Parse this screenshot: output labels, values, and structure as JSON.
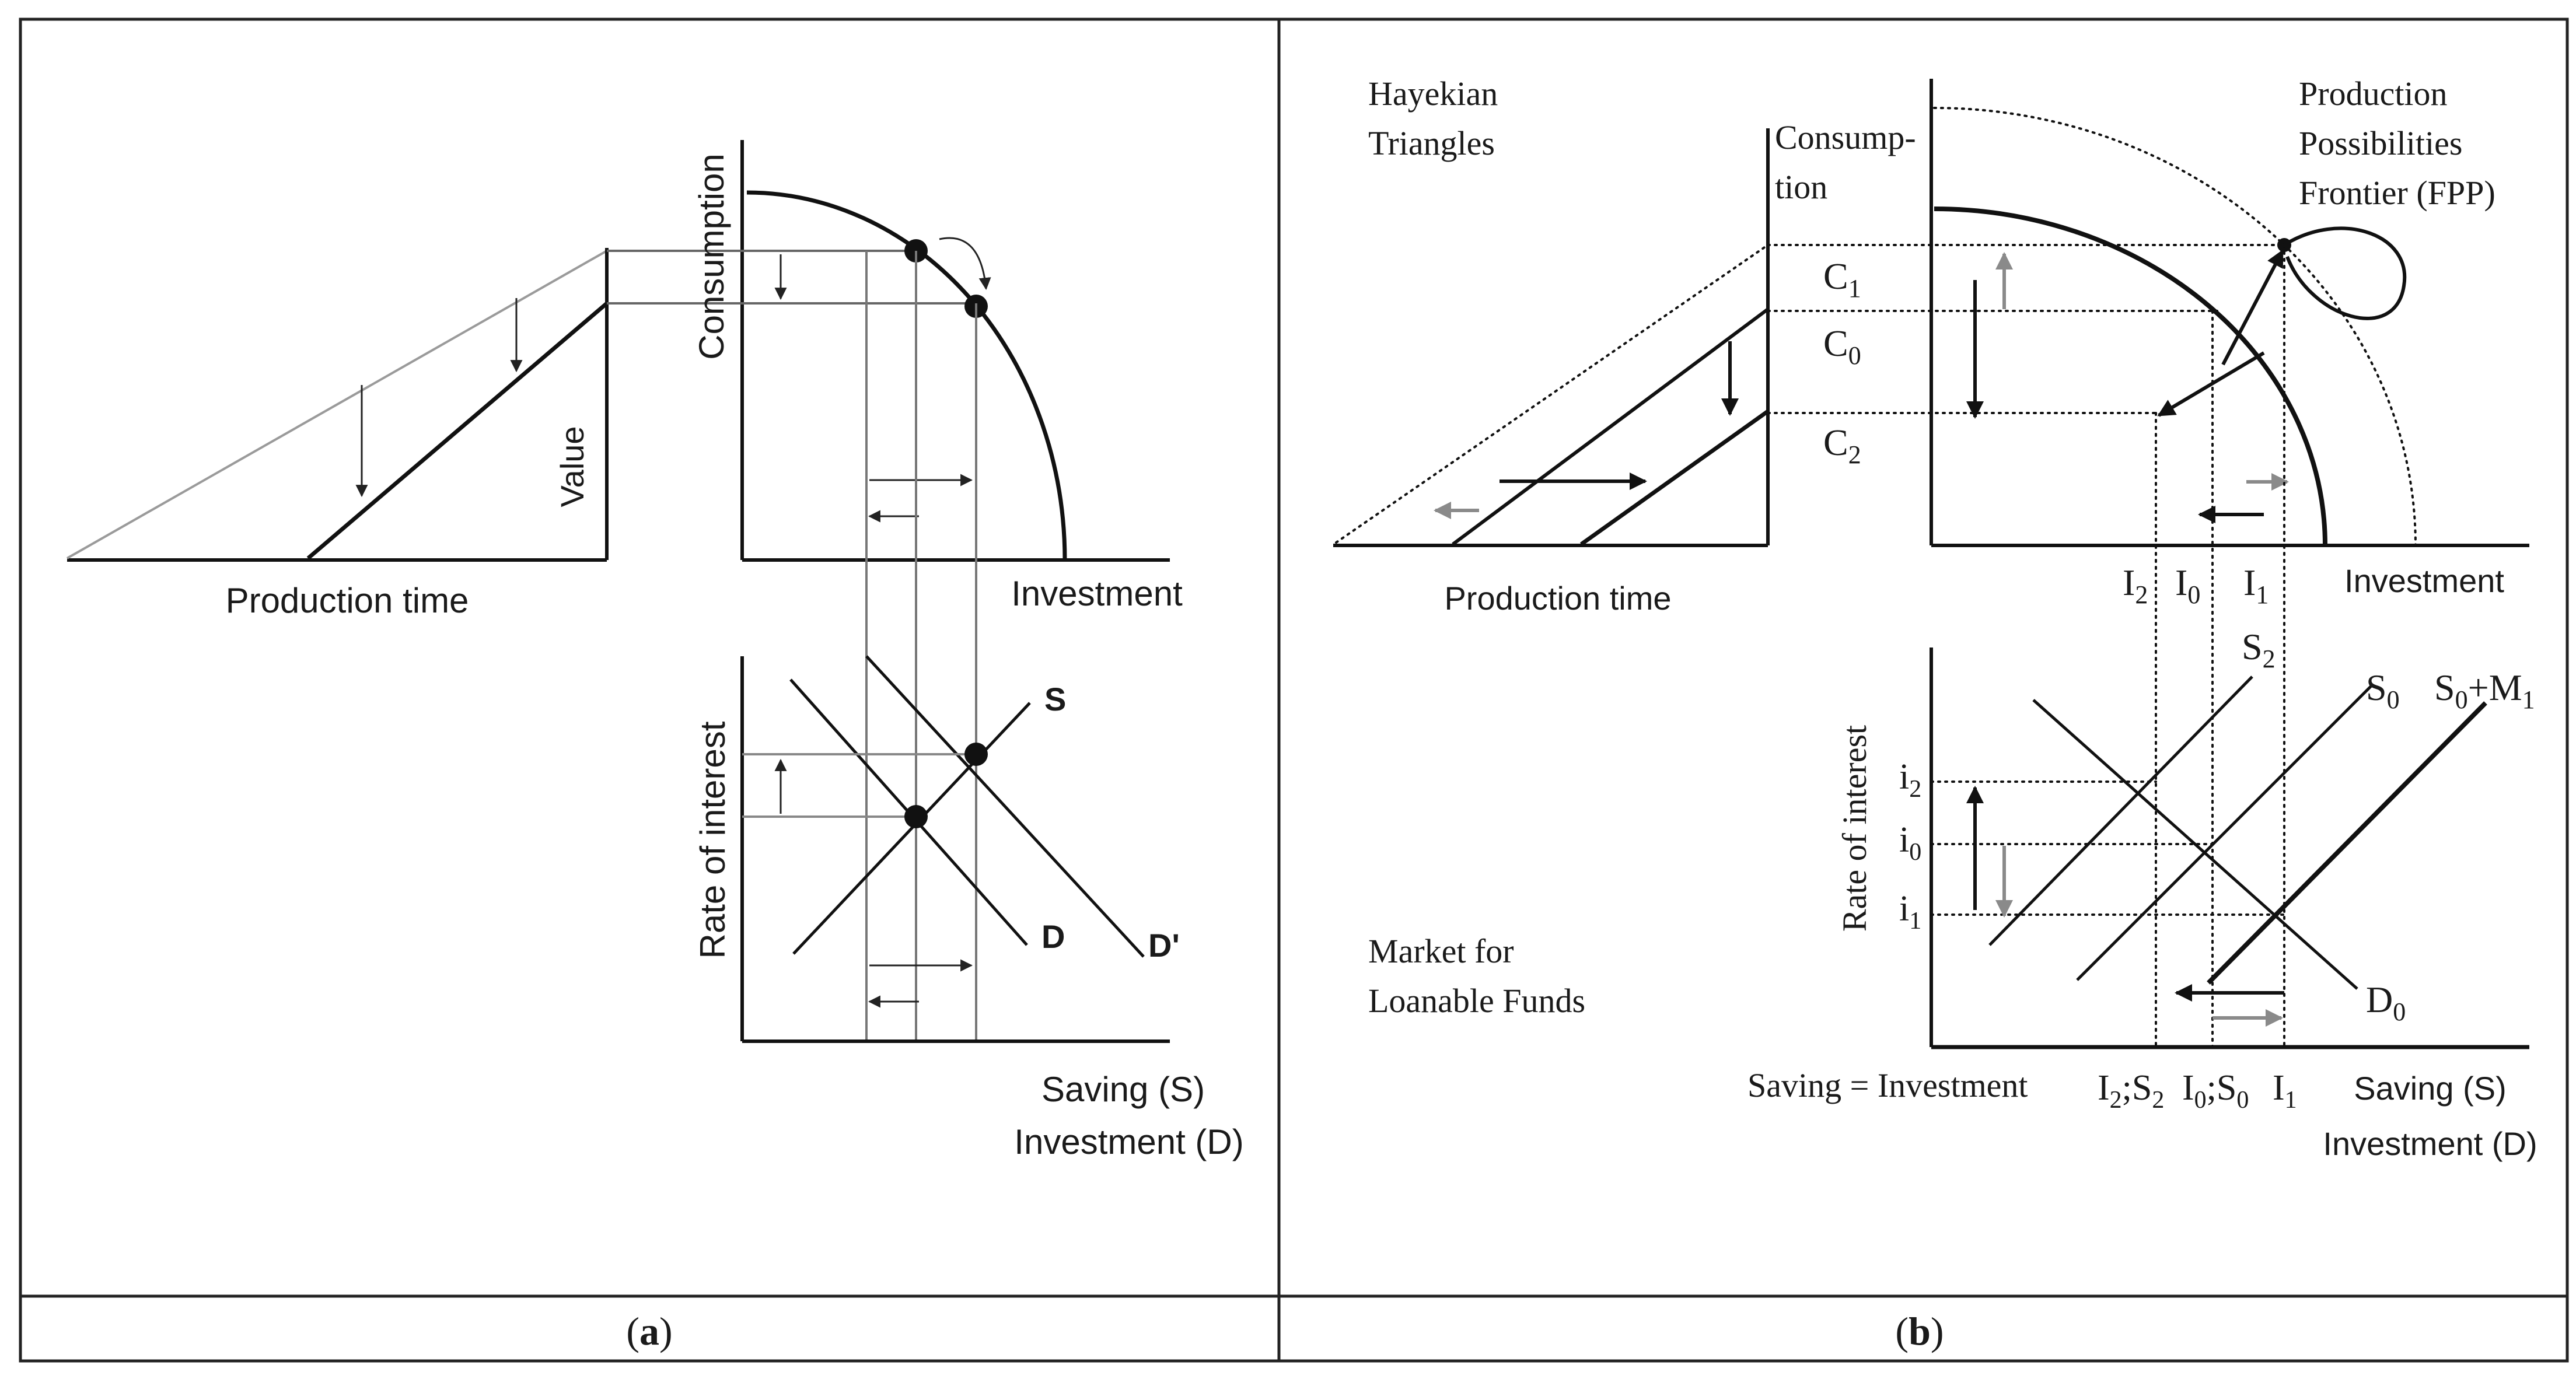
{
  "caption_a": {
    "open": "(",
    "letter": "a",
    "close": ")"
  },
  "caption_b": {
    "open": "(",
    "letter": "b",
    "close": ")"
  },
  "panel_a": {
    "production_time": "Production time",
    "value": "Value",
    "consumption": "Consumption",
    "investment": "Investment",
    "rate_of_interest": "Rate of interest",
    "S": "S",
    "D": "D",
    "D_prime": "D'",
    "saving_s": "Saving (S)",
    "investment_d": "Investment (D)"
  },
  "panel_b": {
    "hayekian_1": "Hayekian",
    "hayekian_2": "Triangles",
    "consumption_1": "Consump-",
    "consumption_2": "tion",
    "ppf_1": "Production",
    "ppf_2": "Possibilities",
    "ppf_3": "Frontier (FPP)",
    "C1": {
      "base": "C",
      "sub": "1"
    },
    "C0": {
      "base": "C",
      "sub": "0"
    },
    "C2": {
      "base": "C",
      "sub": "2"
    },
    "production_time": "Production time",
    "I2": {
      "base": "I",
      "sub": "2"
    },
    "I0": {
      "base": "I",
      "sub": "0"
    },
    "I1": {
      "base": "I",
      "sub": "1"
    },
    "investment": "Investment",
    "S2": {
      "base": "S",
      "sub": "2"
    },
    "S0": {
      "base": "S",
      "sub": "0"
    },
    "S0M1": {
      "base": "S",
      "sub": "0",
      "rest": "+M",
      "sub2": "1"
    },
    "rate_of_interest": "Rate of interest",
    "i2": {
      "base": "i",
      "sub": "2"
    },
    "i0": {
      "base": "i",
      "sub": "0"
    },
    "i1": {
      "base": "i",
      "sub": "1"
    },
    "D0": {
      "base": "D",
      "sub": "0"
    },
    "market_1": "Market for",
    "market_2": "Loanable Funds",
    "saving_eq_inv": "Saving = Investment",
    "I2S2": {
      "a": "I",
      "a_sub": "2",
      "b": ";S",
      "b_sub": "2"
    },
    "I0S0": {
      "a": "I",
      "a_sub": "0",
      "b": ";S",
      "b_sub": "0"
    },
    "I1_bottom": {
      "base": "I",
      "sub": "1"
    },
    "saving_s": "Saving (S)",
    "investment_d": "Investment (D)"
  }
}
